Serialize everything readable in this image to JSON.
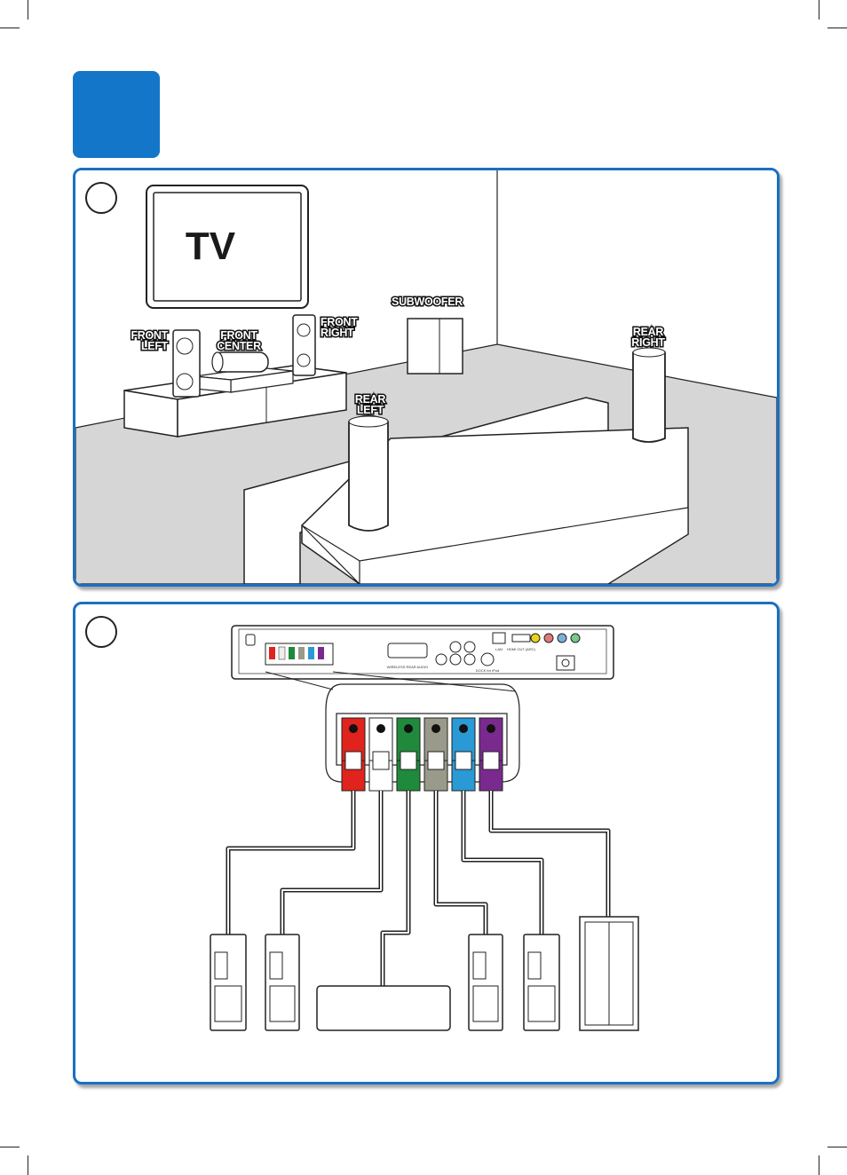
{
  "tv": {
    "label": "TV"
  },
  "room_labels": {
    "front_left": [
      "FRONT",
      "LEFT"
    ],
    "front_center": [
      "FRONT",
      "CENTER"
    ],
    "front_right": [
      "FRONT",
      "RIGHT"
    ],
    "subwoofer": "SUBWOOFER",
    "rear_left": [
      "REAR",
      "LEFT"
    ],
    "rear_right": [
      "REAR",
      "RIGHT"
    ]
  },
  "colors": {
    "accent_blue": "#1476c8",
    "panel_border": "#1a6fc4",
    "floor": "#d8d8d8",
    "connector_red": "#e0231c",
    "connector_white": "#ffffff",
    "connector_green": "#1f8a3b",
    "connector_gray": "#9a9a8a",
    "connector_blue": "#2a9ad6",
    "connector_purple": "#7a2a8e"
  },
  "connectors": [
    "red",
    "white",
    "green",
    "gray",
    "blue",
    "purple"
  ],
  "device_labels": {
    "wireless": "WIRELESS REAR AUDIO",
    "lan": "LAN",
    "hdmi": "HDMI OUT (ARC)",
    "docking": "DOCK for iPod"
  }
}
